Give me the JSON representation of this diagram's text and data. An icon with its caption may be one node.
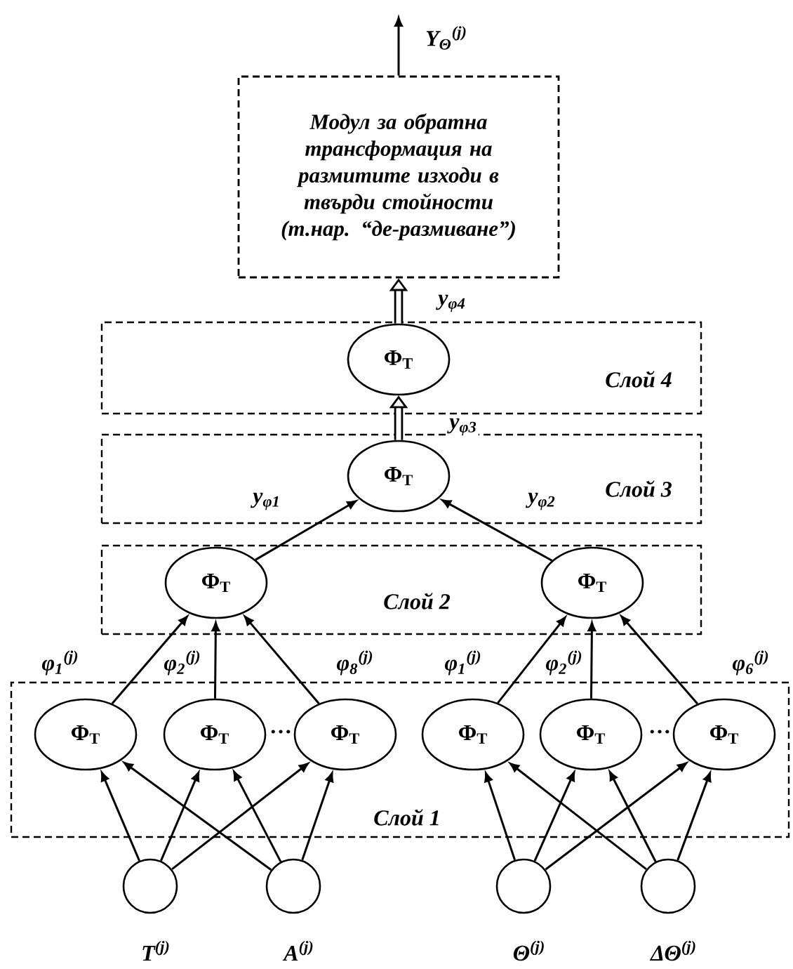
{
  "diagram": {
    "nodes": [
      {
        "text": [
          "Модул за обратна трансформация на размитите изходи в твърди стойности (т.нар. “де-размиване”)"
        ]
      },
      {
        "text": [
          "Слой 4"
        ]
      },
      {
        "text": [
          "Φ$_{T}$"
        ],
        "in": 1
      },
      {
        "text": [
          "Слой 3"
        ]
      },
      {
        "text": [
          "Φ$_{T}$"
        ],
        "in": 3
      },
      {
        "text": [
          "Слой 2"
        ]
      },
      {
        "text": [
          "Φ$_{T}$"
        ],
        "in": 5
      },
      {
        "text": [
          "Φ$_{T}$"
        ],
        "in": 5
      },
      {
        "text": [
          "Слой 1"
        ]
      },
      {
        "text": [
          "Φ$_{T}$"
        ],
        "in": 8
      },
      {
        "text": [
          "Φ$_{T}$"
        ],
        "in": 8
      },
      {
        "text": [
          "Φ$_{T}$"
        ],
        "in": 8
      },
      {
        "text": [
          "Φ$_{T}$"
        ],
        "in": 8
      },
      {
        "text": [
          "Φ$_{T}$"
        ],
        "in": 8
      },
      {
        "text": [
          "Φ$_{T}$"
        ],
        "in": 8
      },
      {
        "text": [],
        "shape": "circle",
        "beside": [
          "T$^{(j)}$"
        ]
      },
      {
        "text": [],
        "shape": "circle",
        "beside": [
          "A$^{(j)}$"
        ]
      },
      {
        "text": [],
        "shape": "circle",
        "beside": [
          "Θ$^{(j)}$"
        ]
      },
      {
        "text": [],
        "shape": "circle",
        "beside": [
          "ΔΘ$^{(j)}$"
        ]
      }
    ],
    "edges": [
      {
        "from": 0,
        "to": null,
        "arrow": "to",
        "label": "Y$_{Θ}$$^{(j)}$"
      },
      {
        "from": 2,
        "to": 0,
        "arrow": "to",
        "style": "thick",
        "label": "y$_{φ4}$"
      },
      {
        "from": 4,
        "to": 2,
        "arrow": "to",
        "style": "thick",
        "label": "y$_{φ3}$"
      },
      {
        "from": 6,
        "to": 4,
        "arrow": "to",
        "label": "y$_{φ1}$"
      },
      {
        "from": 7,
        "to": 4,
        "arrow": "to",
        "label": "y$_{φ2}$"
      },
      {
        "from": 9,
        "to": 6,
        "arrow": "to",
        "label": "φ$_{1}$$^{(j)}$"
      },
      {
        "from": 10,
        "to": 6,
        "arrow": "to",
        "label": "φ$_{2}$$^{(j)}$"
      },
      {
        "from": 11,
        "to": 6,
        "arrow": "to",
        "label": "φ$_{8}$$^{(j)}$"
      },
      {
        "from": 12,
        "to": 7,
        "arrow": "to",
        "label": "φ$_{1}$$^{(j)}$"
      },
      {
        "from": 13,
        "to": 7,
        "arrow": "to",
        "label": "φ$_{2}$$^{(j)}$"
      },
      {
        "from": 14,
        "to": 7,
        "arrow": "to",
        "label": "φ$_{6}$$^{(j)}$"
      },
      {
        "from": 15,
        "to": 9,
        "arrow": "to"
      },
      {
        "from": 15,
        "to": 10,
        "arrow": "to"
      },
      {
        "from": 15,
        "to": 11,
        "arrow": "to"
      },
      {
        "from": 16,
        "to": 9,
        "arrow": "to"
      },
      {
        "from": 16,
        "to": 10,
        "arrow": "to"
      },
      {
        "from": 16,
        "to": 11,
        "arrow": "to"
      },
      {
        "from": 17,
        "to": 12,
        "arrow": "to"
      },
      {
        "from": 17,
        "to": 13,
        "arrow": "to"
      },
      {
        "from": 17,
        "to": 14,
        "arrow": "to"
      },
      {
        "from": 18,
        "to": 12,
        "arrow": "to"
      },
      {
        "from": 18,
        "to": 13,
        "arrow": "to"
      },
      {
        "from": 18,
        "to": 14,
        "arrow": "to"
      }
    ],
    "labels": [
      "…",
      "…"
    ]
  }
}
